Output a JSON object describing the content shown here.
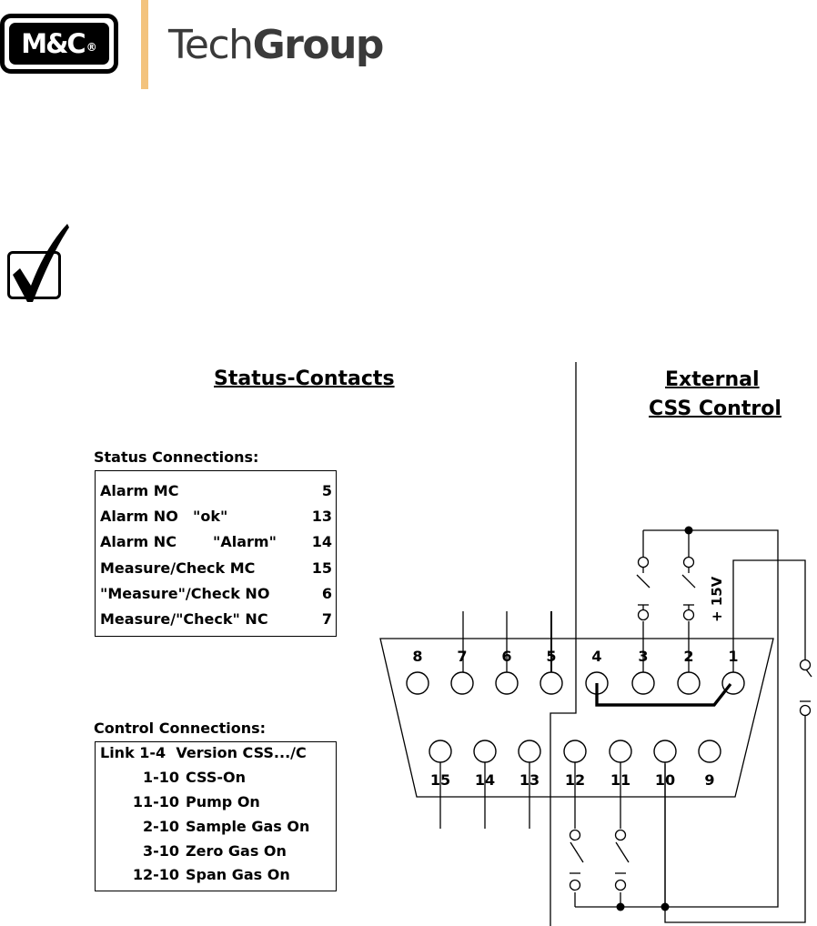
{
  "logo": {
    "mc_text": "M&C",
    "registered_mark": "®",
    "brand_light": "Tech",
    "brand_bold": "Group",
    "brand_bar_color": "#f3c37d"
  },
  "check_icon": "check-mark-icon",
  "headings": {
    "status_contacts": "Status-Contacts",
    "external_line1": "External",
    "external_line2": "CSS Control"
  },
  "status_connections": {
    "title": "Status Connections:",
    "rows": [
      {
        "label": "Alarm MC",
        "extra": "",
        "pin": "5"
      },
      {
        "label": "Alarm NO",
        "extra": "\"ok\"",
        "pin": "13"
      },
      {
        "label": "Alarm NC",
        "extra": "\"Alarm\"",
        "pin": "14"
      },
      {
        "label": "Measure/Check MC",
        "extra": "",
        "pin": "15"
      },
      {
        "label": "\"Measure\"/Check NO",
        "extra": "",
        "pin": "6"
      },
      {
        "label": "Measure/\"Check\" NC",
        "extra": "",
        "pin": "7"
      }
    ]
  },
  "control_connections": {
    "title": "Control Connections:",
    "header": "Link 1-4  Version CSS.../C",
    "rows": [
      {
        "pins": "1-10",
        "label": "CSS-On"
      },
      {
        "pins": "11-10",
        "label": "Pump On"
      },
      {
        "pins": "2-10",
        "label": "Sample Gas On"
      },
      {
        "pins": "3-10",
        "label": "Zero Gas On"
      },
      {
        "pins": "12-10",
        "label": "Span Gas On"
      }
    ]
  },
  "connector": {
    "top_pins": [
      "8",
      "7",
      "6",
      "5",
      "4",
      "3",
      "2",
      "1"
    ],
    "bottom_pins": [
      "15",
      "14",
      "13",
      "12",
      "11",
      "10",
      "9"
    ],
    "supply_label": "+ 15V"
  }
}
